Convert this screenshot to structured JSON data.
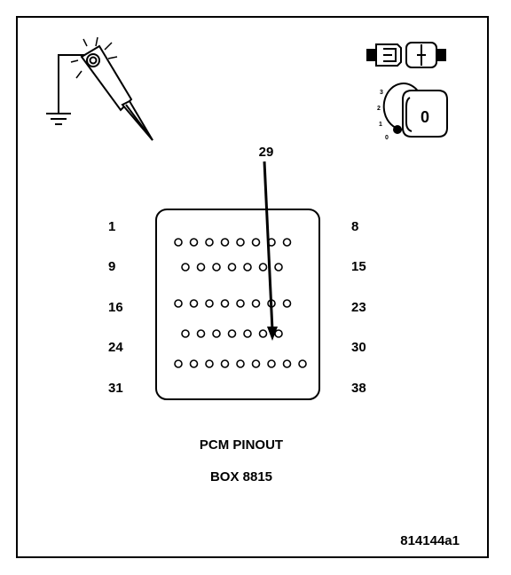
{
  "diagram": {
    "title_line1": "PCM PINOUT",
    "title_line2": "BOX 8815",
    "figure_id": "814144a1",
    "callout_pin": "29",
    "icons": {
      "probe": "test-probe-ground-icon",
      "connector": "disconnected-connector-icon",
      "ignition": "ignition-switch-off-icon"
    },
    "ignition_positions": [
      "3",
      "2",
      "1",
      "0"
    ],
    "ignition_key_label": "0",
    "row_labels": [
      {
        "left": "1",
        "right": "8",
        "pins": 8
      },
      {
        "left": "9",
        "right": "15",
        "pins": 7
      },
      {
        "left": "16",
        "right": "23",
        "pins": 8
      },
      {
        "left": "24",
        "right": "30",
        "pins": 7
      },
      {
        "left": "31",
        "right": "38",
        "pins": 9
      }
    ],
    "colors": {
      "line": "#000000",
      "background": "#ffffff"
    }
  }
}
